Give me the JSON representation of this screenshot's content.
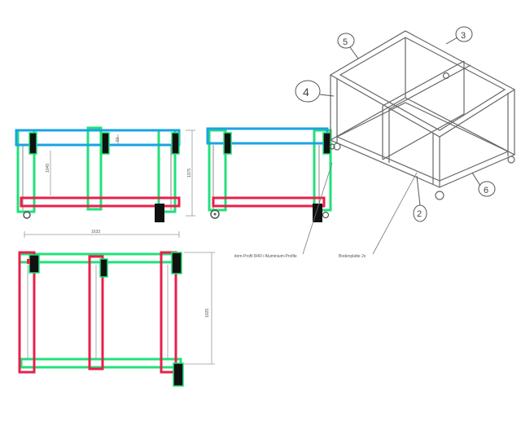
{
  "colors": {
    "blue": "#1aa3e0",
    "green": "#22e07a",
    "red": "#e8204a",
    "black": "#111111",
    "line": "#7a7a7a",
    "ink": "#333333"
  },
  "dimensions": {
    "front_height": "1045",
    "front_inner": "60",
    "front_total": "1375",
    "top_width": "1633",
    "top_depth": "1025"
  },
  "callouts": {
    "frame": "4",
    "top_left": "5",
    "top_right": "3",
    "bottom_front": "2",
    "bottom_right": "6"
  },
  "annotations": {
    "profile_note": "item-Profil 8/40 / Aluminium-Profile",
    "plate_note": "Bodenplatte 2x"
  }
}
